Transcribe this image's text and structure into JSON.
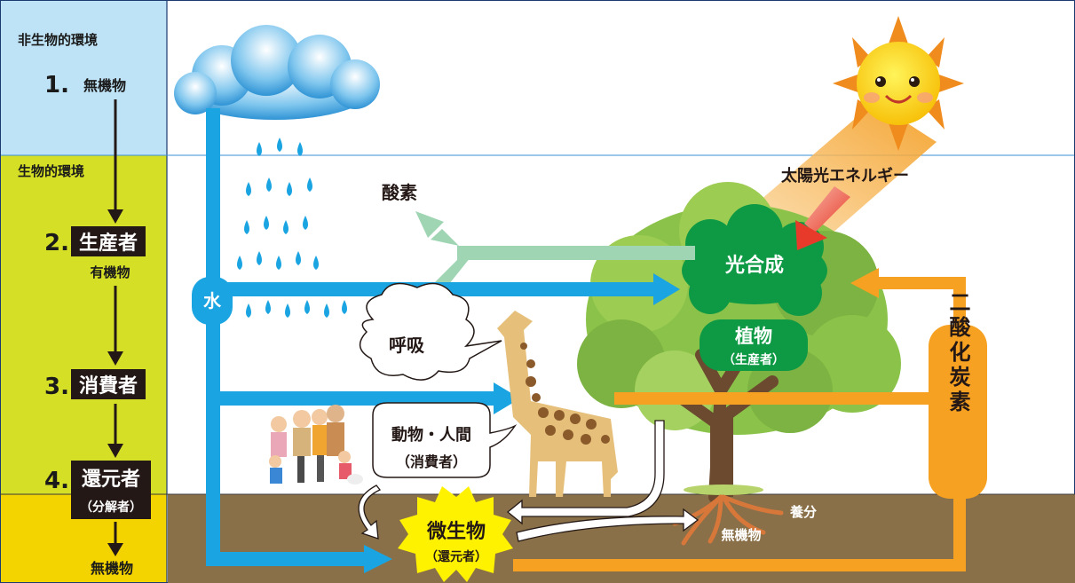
{
  "sidebar": {
    "abiotic_label": "非生物的環境",
    "biotic_label": "生物的環境",
    "step1_num": "1.",
    "step1_label": "無機物",
    "step2_num": "2.",
    "step2_label": "生産者",
    "step2_sub": "有機物",
    "step3_num": "3.",
    "step3_label": "消費者",
    "step4_num": "4.",
    "step4_label": "還元者",
    "step4_sub": "（分解者）",
    "bottom_label": "無機物"
  },
  "main": {
    "sun_energy": "太陽光エネルギー",
    "oxygen": "酸素",
    "photosynthesis": "光合成",
    "water": "水",
    "respiration": "呼吸",
    "plant": "植物",
    "plant_sub": "（生産者）",
    "consumers": "動物・人間",
    "consumers_sub": "（消費者）",
    "co2": "二酸化炭素",
    "microbe": "微生物",
    "microbe_sub": "（還元者）",
    "nutrients": "養分",
    "inorganic": "無機物"
  },
  "colors": {
    "sky_band": "#bfe3f6",
    "biotic_band": "#d4df26",
    "soil_band": "#f3d400",
    "soil": "#8a7048",
    "water_blue": "#1aa4e2",
    "co2_orange": "#f6a121",
    "oxygen_green": "#9fd5b3",
    "photo_green": "#0e9a45",
    "dark_arrow": "#231815",
    "label_bg": "#231815"
  }
}
